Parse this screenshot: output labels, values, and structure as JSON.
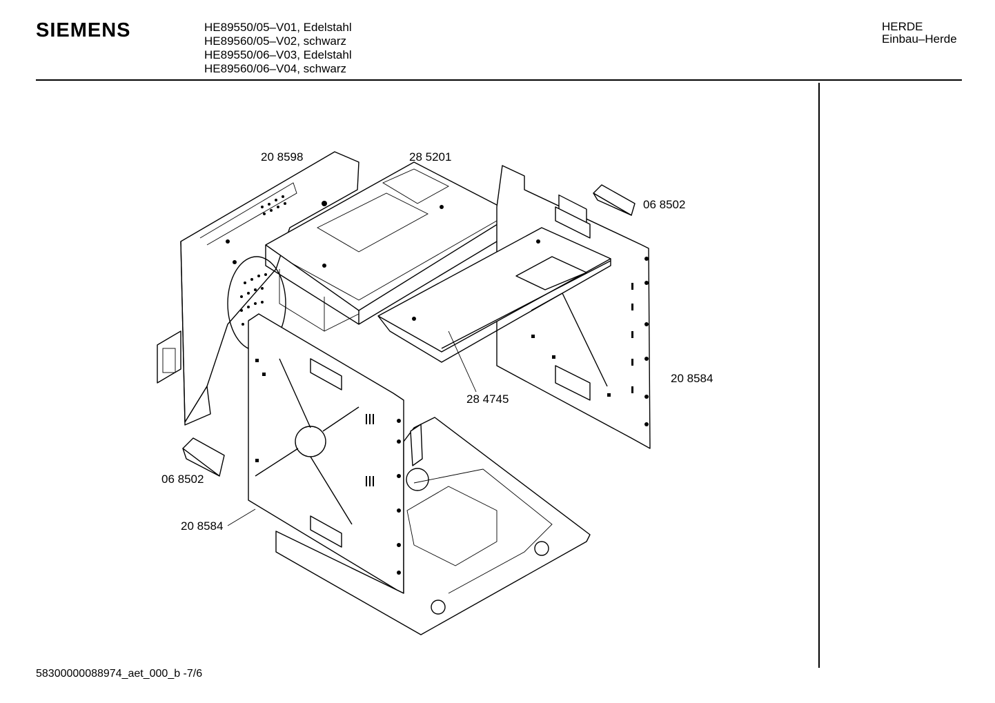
{
  "header": {
    "brand": "SIEMENS",
    "models": [
      "HE89550/05–V01, Edelstahl",
      "HE89560/05–V02, schwarz",
      "HE89550/06–V03, Edelstahl",
      "HE89560/06–V04, schwarz"
    ],
    "category_line1": "HERDE",
    "category_line2": "Einbau–Herde"
  },
  "parts": [
    {
      "id": "208598",
      "label": "20 8598"
    },
    {
      "id": "285201",
      "label": "28 5201"
    },
    {
      "id": "068502-top",
      "label": "06 8502"
    },
    {
      "id": "208584-right",
      "label": "20 8584"
    },
    {
      "id": "284745",
      "label": "28 4745"
    },
    {
      "id": "068502-left",
      "label": "06 8502"
    },
    {
      "id": "208584-left",
      "label": "20 8584"
    }
  ],
  "footer": {
    "doc_id": "58300000088974_aet_000_b -7/6"
  }
}
